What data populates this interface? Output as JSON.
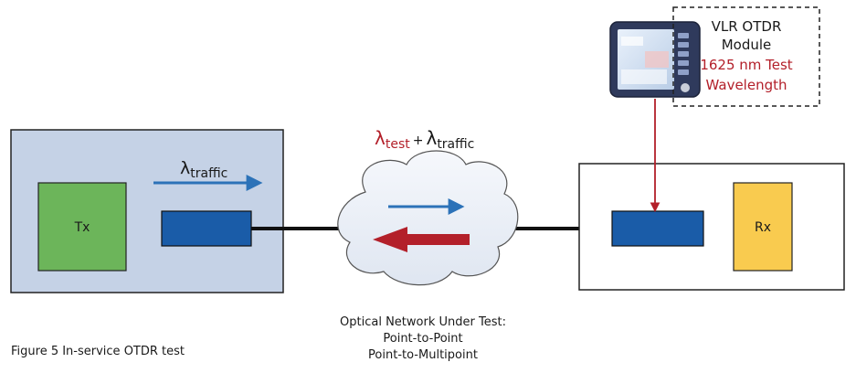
{
  "tx_label": "Tx",
  "rx_label": "Rx",
  "lambda_symbol": "λ",
  "traffic_sub": "traffic",
  "test_sub": "test",
  "plus": "+",
  "otdr_box": {
    "line1": "VLR OTDR",
    "line2": "Module",
    "line3": "1625 nm Test",
    "line4": "Wavelength"
  },
  "network_caption": {
    "line1": "Optical Network Under Test:",
    "line2": "Point-to-Point",
    "line3": "Point-to-Multipoint"
  },
  "figure_caption": "Figure 5 In-service OTDR test",
  "colors": {
    "left_panel_fill": "#c5d2e6",
    "tx_fill": "#6cb55a",
    "rx_fill": "#f9cb4f",
    "connector_fill": "#1a5ca8",
    "traffic_arrow": "#2c72b8",
    "test_arrow": "#b3202a",
    "highlight_text": "#b3202a",
    "cloud_fill": "#eef2f8"
  }
}
